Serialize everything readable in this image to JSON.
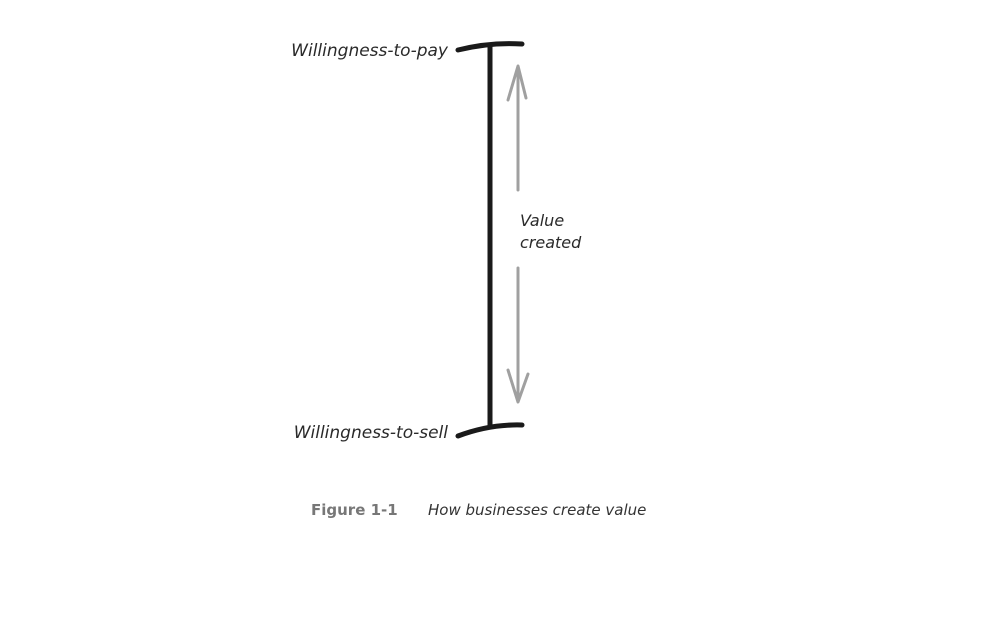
{
  "diagram": {
    "top_label": "Willingness-to-pay",
    "bottom_label": "Willingness-to-sell",
    "middle_label_line1": "Value",
    "middle_label_line2": "created",
    "bar_color": "#1a1a1a",
    "arrow_color": "#a0a0a0"
  },
  "caption": {
    "figure_number": "Figure 1-1",
    "text": "How businesses create value"
  }
}
